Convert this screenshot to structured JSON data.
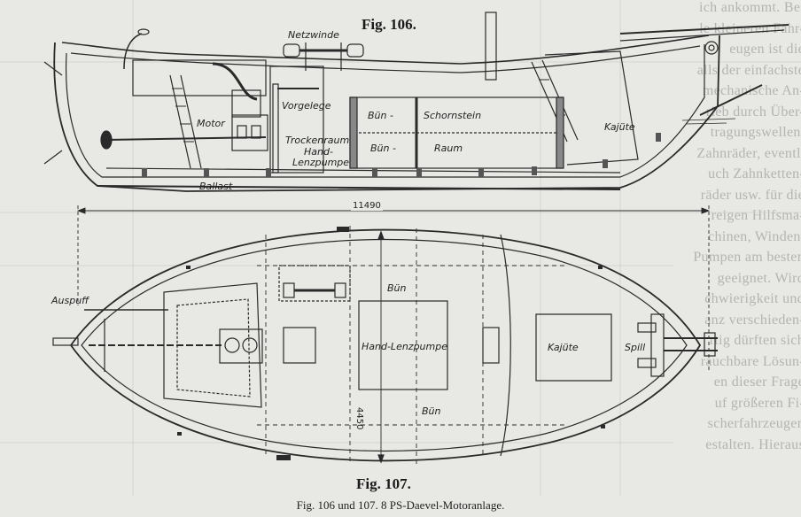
{
  "figures": {
    "fig106_title": "Fig. 106.",
    "fig107_title": "Fig. 107.",
    "caption": "Fig. 106 und 107.  8 PS-Daevel-Motoranlage."
  },
  "side_view_labels": {
    "netzwinde": "Netzwinde",
    "vorgelege": "Vorgelege",
    "motor": "Motor",
    "trockenraum": "Trockenraum",
    "hand": "Hand-",
    "lenzpumpe": "Lenzpumpe",
    "buen_top": "Bün -",
    "schornstein": "Schornstein",
    "buen_bottom": "Bün -",
    "raum": "Raum",
    "kajuete": "Kajüte",
    "ballast": "Ballast"
  },
  "plan_view_labels": {
    "length_dimension": "11490",
    "width_dimension": "4450",
    "auspuff": "Auspuff",
    "buen_top": "Bün",
    "hand_lenzpumpe": "Hand-Lenzpumpe",
    "buen_bottom": "Bün",
    "kajuete": "Kajüte",
    "spill": "Spill"
  },
  "bleed_through_text": [
    "ich ankommt. Bei",
    "le kleineren Fahr-",
    "eugen ist die",
    "alls der einfachste",
    "mechanische An-",
    "rieb durch Über-",
    "tragungswellen,",
    "Zahnräder, eventl.",
    "uch Zahnketten-",
    "räder usw. für die",
    "reigen Hilfsma-",
    "chinen, Winden,",
    "Pumpen am besten",
    "geeignet. Wird",
    "chwierigkeit und",
    "anz verschieden-",
    "rtig dürften sich",
    "rauchbare Lösun-",
    "en dieser Frage",
    "uf größeren Fi-",
    "scherfahrzeugen",
    "estalten. Hieraus"
  ]
}
